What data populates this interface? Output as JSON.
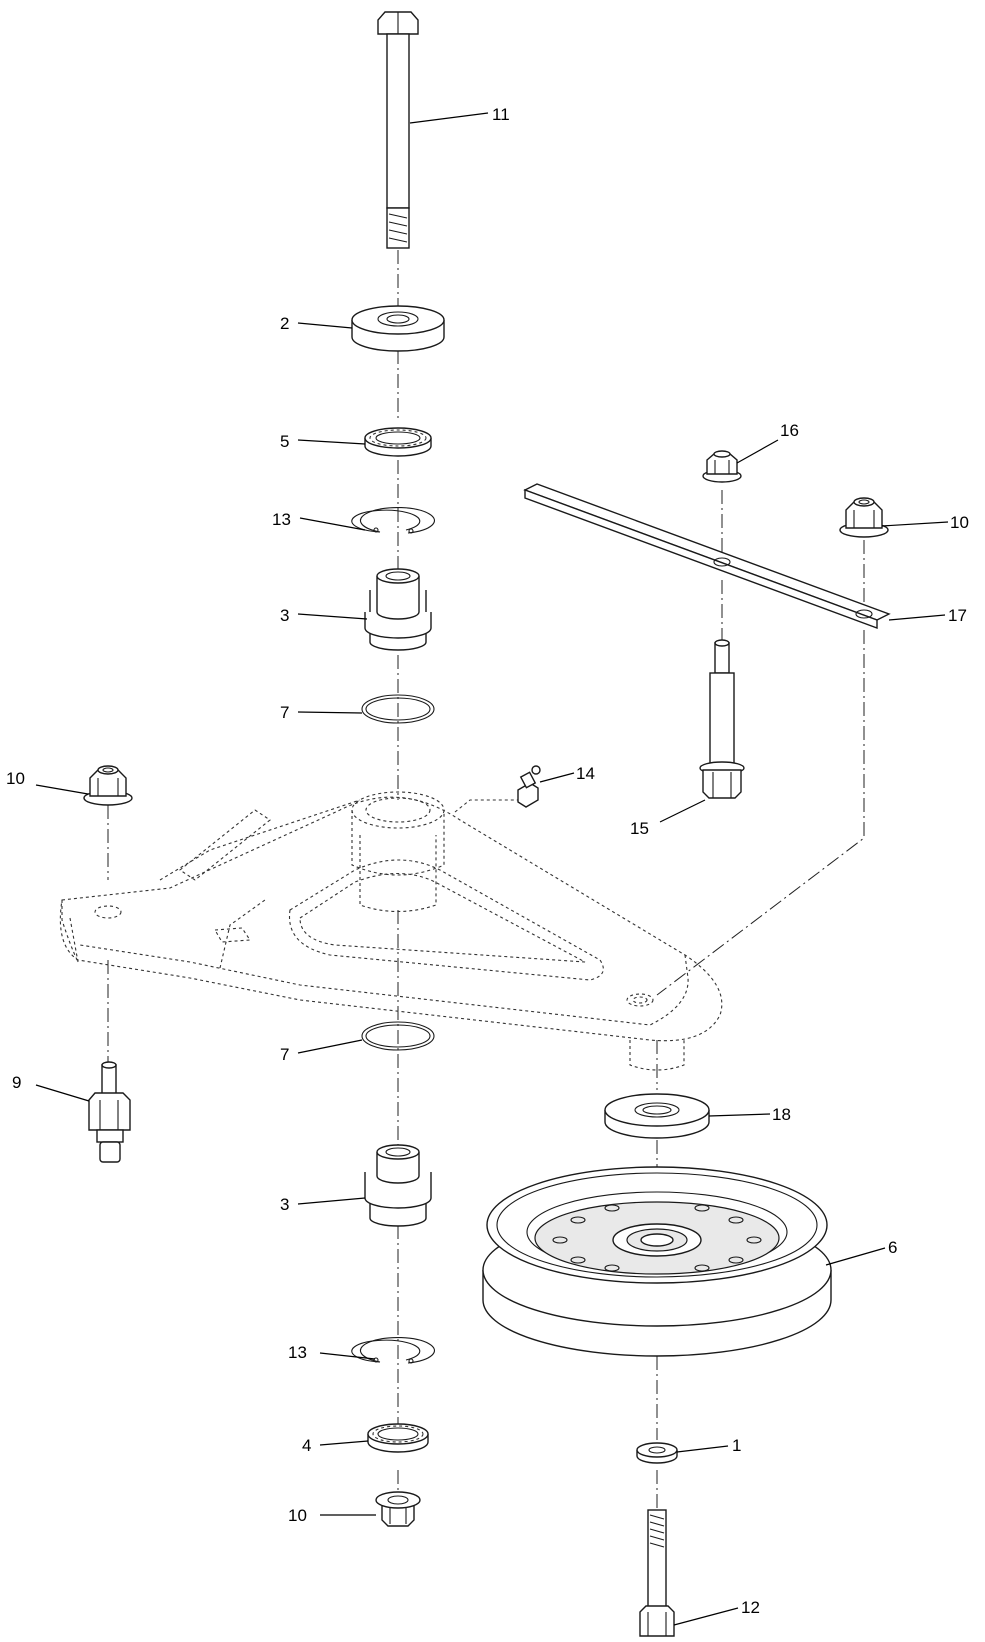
{
  "callouts": [
    {
      "id": "c11a",
      "text": "11"
    },
    {
      "id": "c2",
      "text": "2"
    },
    {
      "id": "c5",
      "text": "5"
    },
    {
      "id": "c13a",
      "text": "13"
    },
    {
      "id": "c3a",
      "text": "3"
    },
    {
      "id": "c7a",
      "text": "7"
    },
    {
      "id": "c10a",
      "text": "10"
    },
    {
      "id": "c14",
      "text": "14"
    },
    {
      "id": "c15",
      "text": "15"
    },
    {
      "id": "c16",
      "text": "16"
    },
    {
      "id": "c10b",
      "text": "10"
    },
    {
      "id": "c17",
      "text": "17"
    },
    {
      "id": "c9",
      "text": "9"
    },
    {
      "id": "c7b",
      "text": "7"
    },
    {
      "id": "c18",
      "text": "18"
    },
    {
      "id": "c3b",
      "text": "3"
    },
    {
      "id": "c6",
      "text": "6"
    },
    {
      "id": "c13b",
      "text": "13"
    },
    {
      "id": "c4",
      "text": "4"
    },
    {
      "id": "c1",
      "text": "1"
    },
    {
      "id": "c10c",
      "text": "10"
    },
    {
      "id": "c12",
      "text": "12"
    }
  ]
}
